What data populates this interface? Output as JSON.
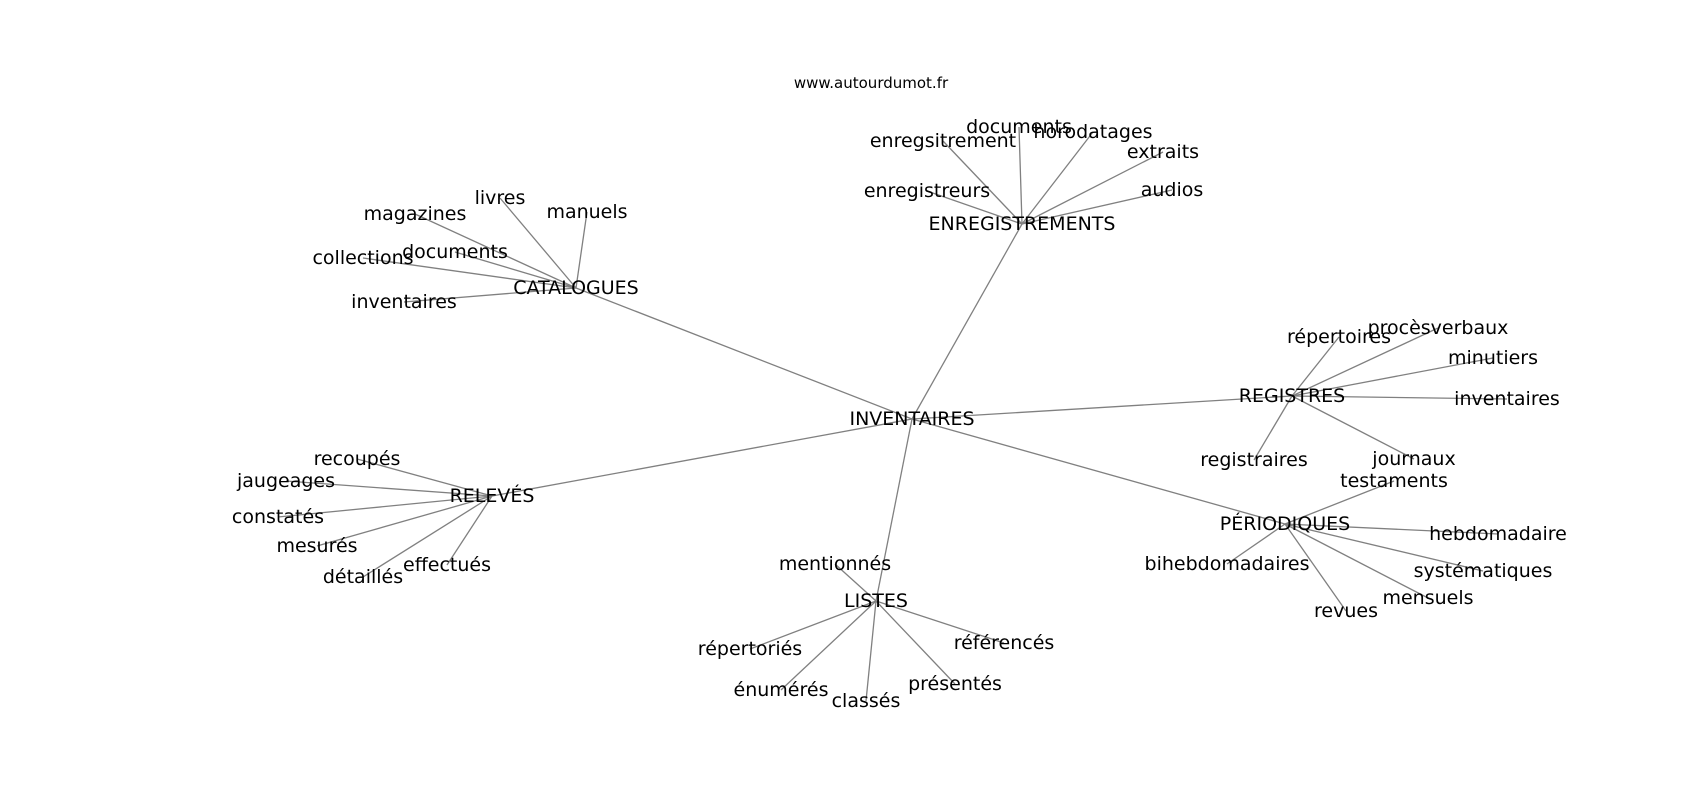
{
  "website": "www.autourdumot.fr",
  "graph": {
    "root": "INVENTAIRES",
    "groups": [
      {
        "hub": "ENREGISTREMENTS",
        "leaves": [
          "enregsitrement",
          "documents",
          "horodatages",
          "extraits",
          "audios",
          "enregistreurs"
        ]
      },
      {
        "hub": "CATALOGUES",
        "leaves": [
          "livres",
          "magazines",
          "manuels",
          "documents",
          "collections",
          "inventaires"
        ]
      },
      {
        "hub": "REGISTRES",
        "leaves": [
          "répertoires",
          "procèsverbaux",
          "minutiers",
          "inventaires",
          "registraires",
          "journaux"
        ]
      },
      {
        "hub": "RELEVÉS",
        "leaves": [
          "recoupés",
          "jaugeages",
          "constatés",
          "mesurés",
          "détaillés",
          "effectués"
        ]
      },
      {
        "hub": "PÉRIODIQUES",
        "leaves": [
          "testaments",
          "hebdomadaire",
          "systématiques",
          "mensuels",
          "revues",
          "bihebdomadaires"
        ]
      },
      {
        "hub": "LISTES",
        "leaves": [
          "mentionnés",
          "référencés",
          "présentés",
          "classés",
          "énumérés",
          "répertoriés"
        ]
      }
    ]
  }
}
